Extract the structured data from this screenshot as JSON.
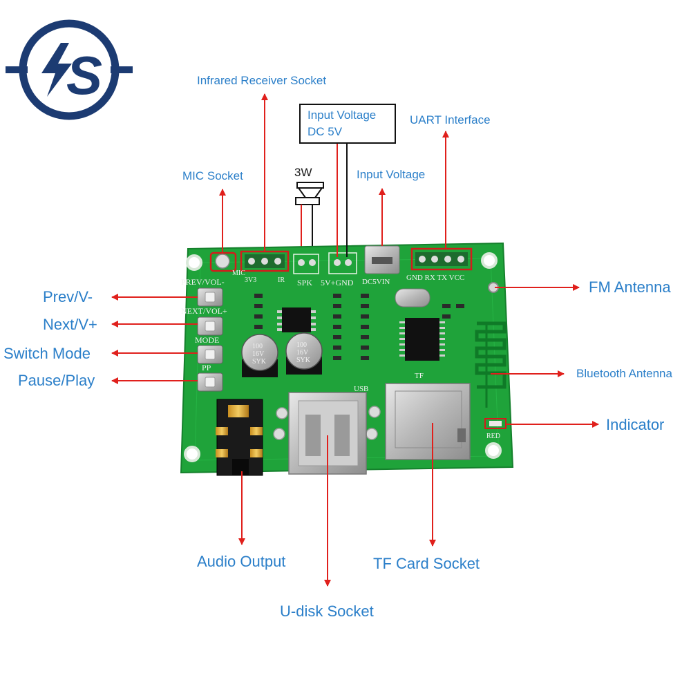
{
  "labels": {
    "infrared": "Infrared Receiver Socket",
    "input_voltage_box_line1": "Input Voltage",
    "input_voltage_box_line2": "DC 5V",
    "uart": "UART Interface",
    "mic": "MIC Socket",
    "watt": "3W",
    "input_voltage": "Input Voltage",
    "prev": "Prev/V-",
    "next": "Next/V+",
    "switch_mode": "Switch Mode",
    "pause_play": "Pause/Play",
    "fm_antenna": "FM Antenna",
    "bluetooth_antenna": "Bluetooth Antenna",
    "indicator": "Indicator",
    "audio_output": "Audio Output",
    "tf_card_socket": "TF Card Socket",
    "udisk_socket": "U-disk Socket"
  },
  "silkscreen": {
    "prev_vol": "PREV/VOL-",
    "next_vol": "NEXT/VOL+",
    "mode": "MODE",
    "pp": "PP",
    "mic": "MIC",
    "v33": "3V3",
    "ir": "IR",
    "spk": "SPK",
    "v5gnd": "5V+GND",
    "v5vin": "DC5VIN",
    "uart_pins": "GND RX TX VCC",
    "usb": "USB",
    "tf": "TF",
    "red": "RED",
    "cap1_line1": "100",
    "cap1_line2": "16V",
    "cap1_line3": "SYK",
    "cap2_line1": "100",
    "cap2_line2": "16V",
    "cap2_line3": "SYK"
  },
  "colors": {
    "label_blue": "#2b7fc9",
    "arrow_red": "#e0201c",
    "board_green": "#1fa33a",
    "logo_navy": "#1c3b72"
  },
  "logo": {
    "text": "S"
  }
}
